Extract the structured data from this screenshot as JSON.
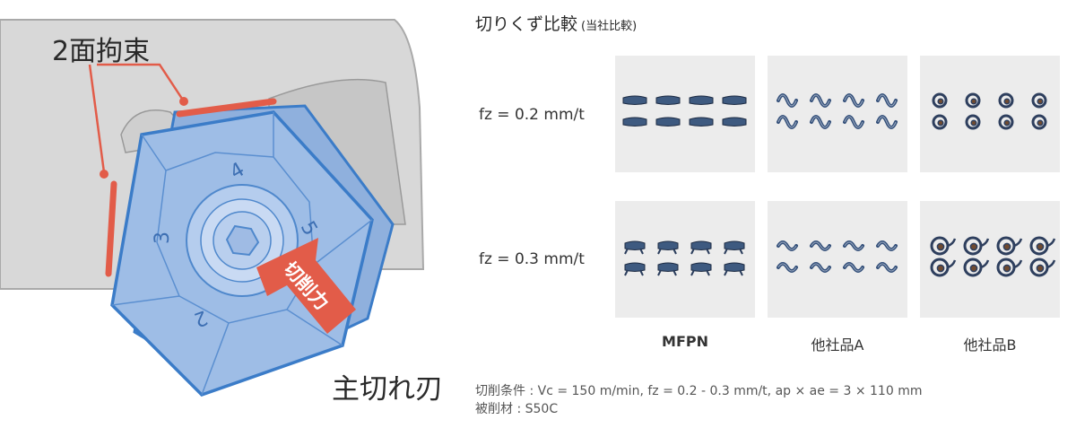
{
  "diagram": {
    "constraint_label": "2面拘束",
    "cutting_force_label": "切削力",
    "cutting_edge_label": "主切れ刃",
    "insert_numbers": [
      "4",
      "5",
      "3",
      "2"
    ],
    "colors": {
      "body": "#d8d8d8",
      "insert_fill": "#9ebde6",
      "insert_stroke": "#3b7cc8",
      "accent": "#e25c49"
    }
  },
  "comparison": {
    "title": "切りくず比較",
    "subtitle": "(当社比較)",
    "rows": [
      {
        "label": "fz = 0.2 mm/t"
      },
      {
        "label": "fz = 0.3 mm/t"
      }
    ],
    "columns": [
      {
        "label": "MFPN",
        "chip_style": "flat"
      },
      {
        "label": "他社品A",
        "chip_style": "curled"
      },
      {
        "label": "他社品B",
        "chip_style": "spiral"
      }
    ],
    "conditions": [
      "切削条件 : Vc = 150 m/min, fz = 0.2 - 0.3 mm/t, ap × ae = 3 × 110 mm",
      "被削材 : S50C"
    ]
  }
}
